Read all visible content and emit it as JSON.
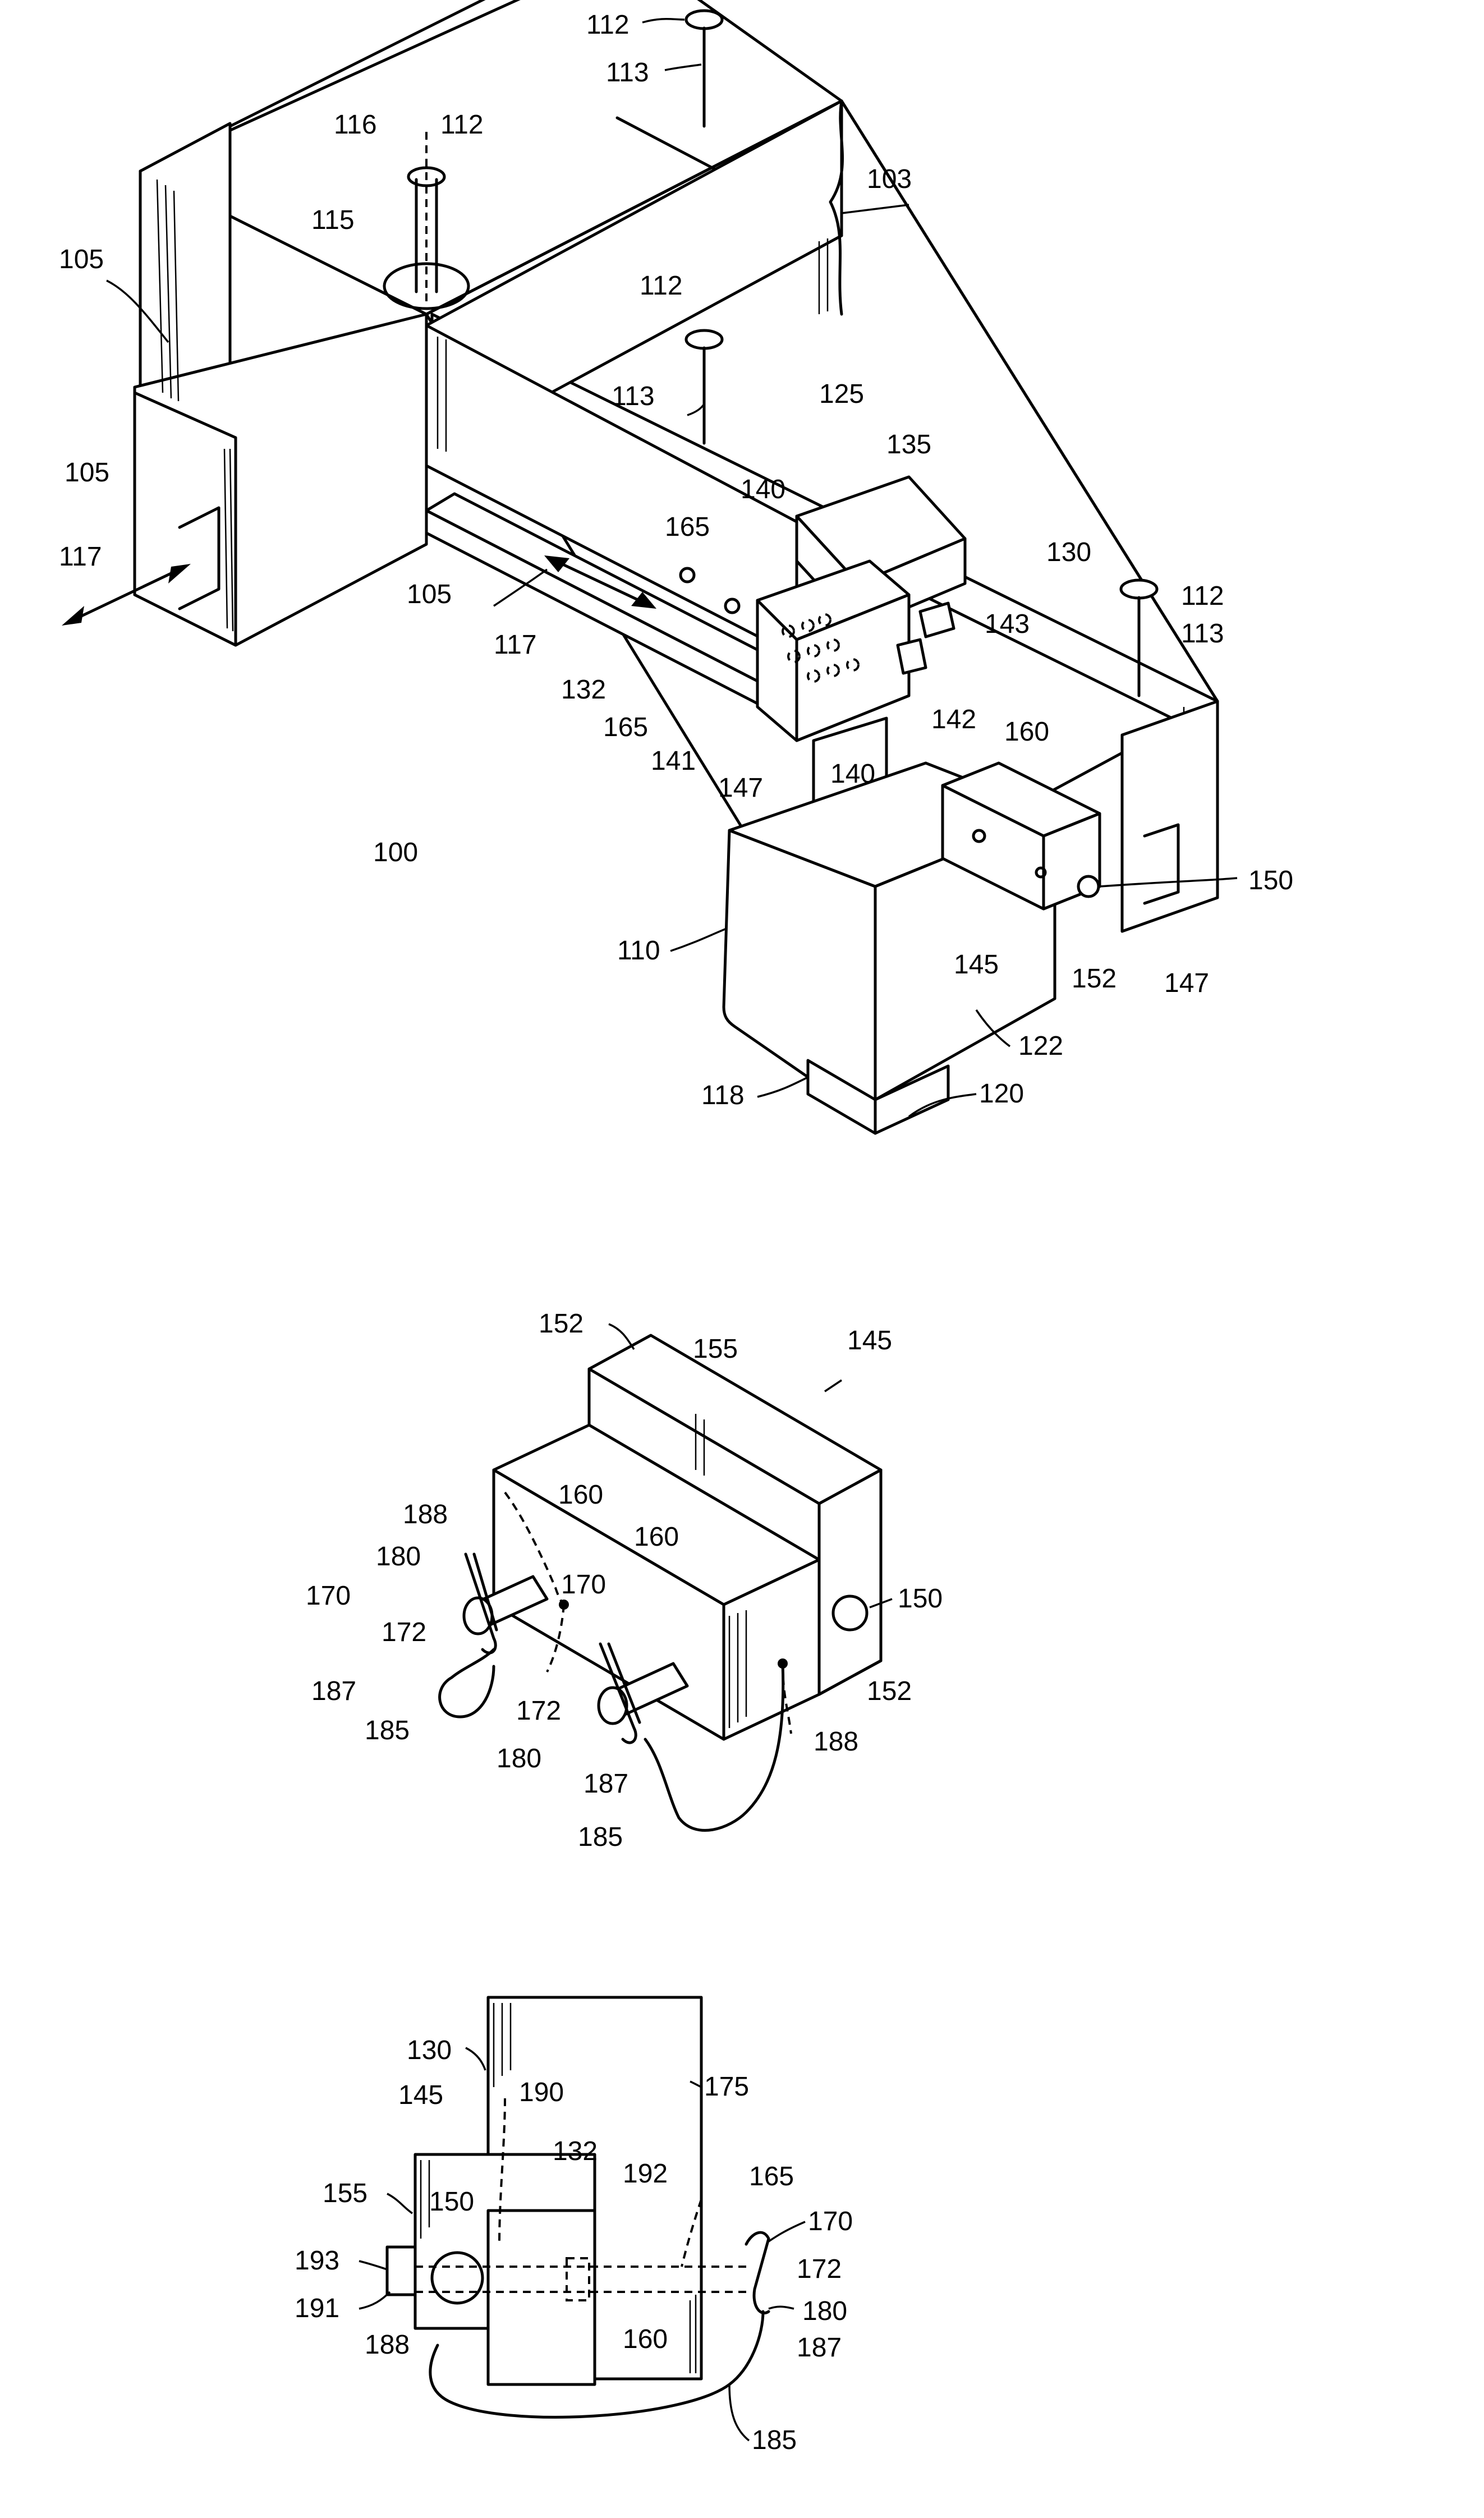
{
  "fig1": {
    "labels": [
      "112",
      "113",
      "116",
      "112",
      "103",
      "115",
      "105",
      "112",
      "113",
      "125",
      "105",
      "135",
      "140",
      "117",
      "165",
      "130",
      "105",
      "143",
      "112",
      "113",
      "117",
      "132",
      "165",
      "142",
      "141",
      "147",
      "140",
      "160",
      "100",
      "150",
      "110",
      "145",
      "152",
      "147",
      "122",
      "118",
      "120"
    ]
  },
  "fig2": {
    "labels": [
      "152",
      "155",
      "145",
      "188",
      "160",
      "180",
      "160",
      "170",
      "170",
      "150",
      "172",
      "187",
      "172",
      "152",
      "185",
      "180",
      "188",
      "187",
      "185"
    ]
  },
  "fig3": {
    "labels": [
      "130",
      "175",
      "190",
      "145",
      "132",
      "192",
      "165",
      "155",
      "150",
      "170",
      "193",
      "172",
      "191",
      "180",
      "188",
      "160",
      "187",
      "185"
    ]
  }
}
